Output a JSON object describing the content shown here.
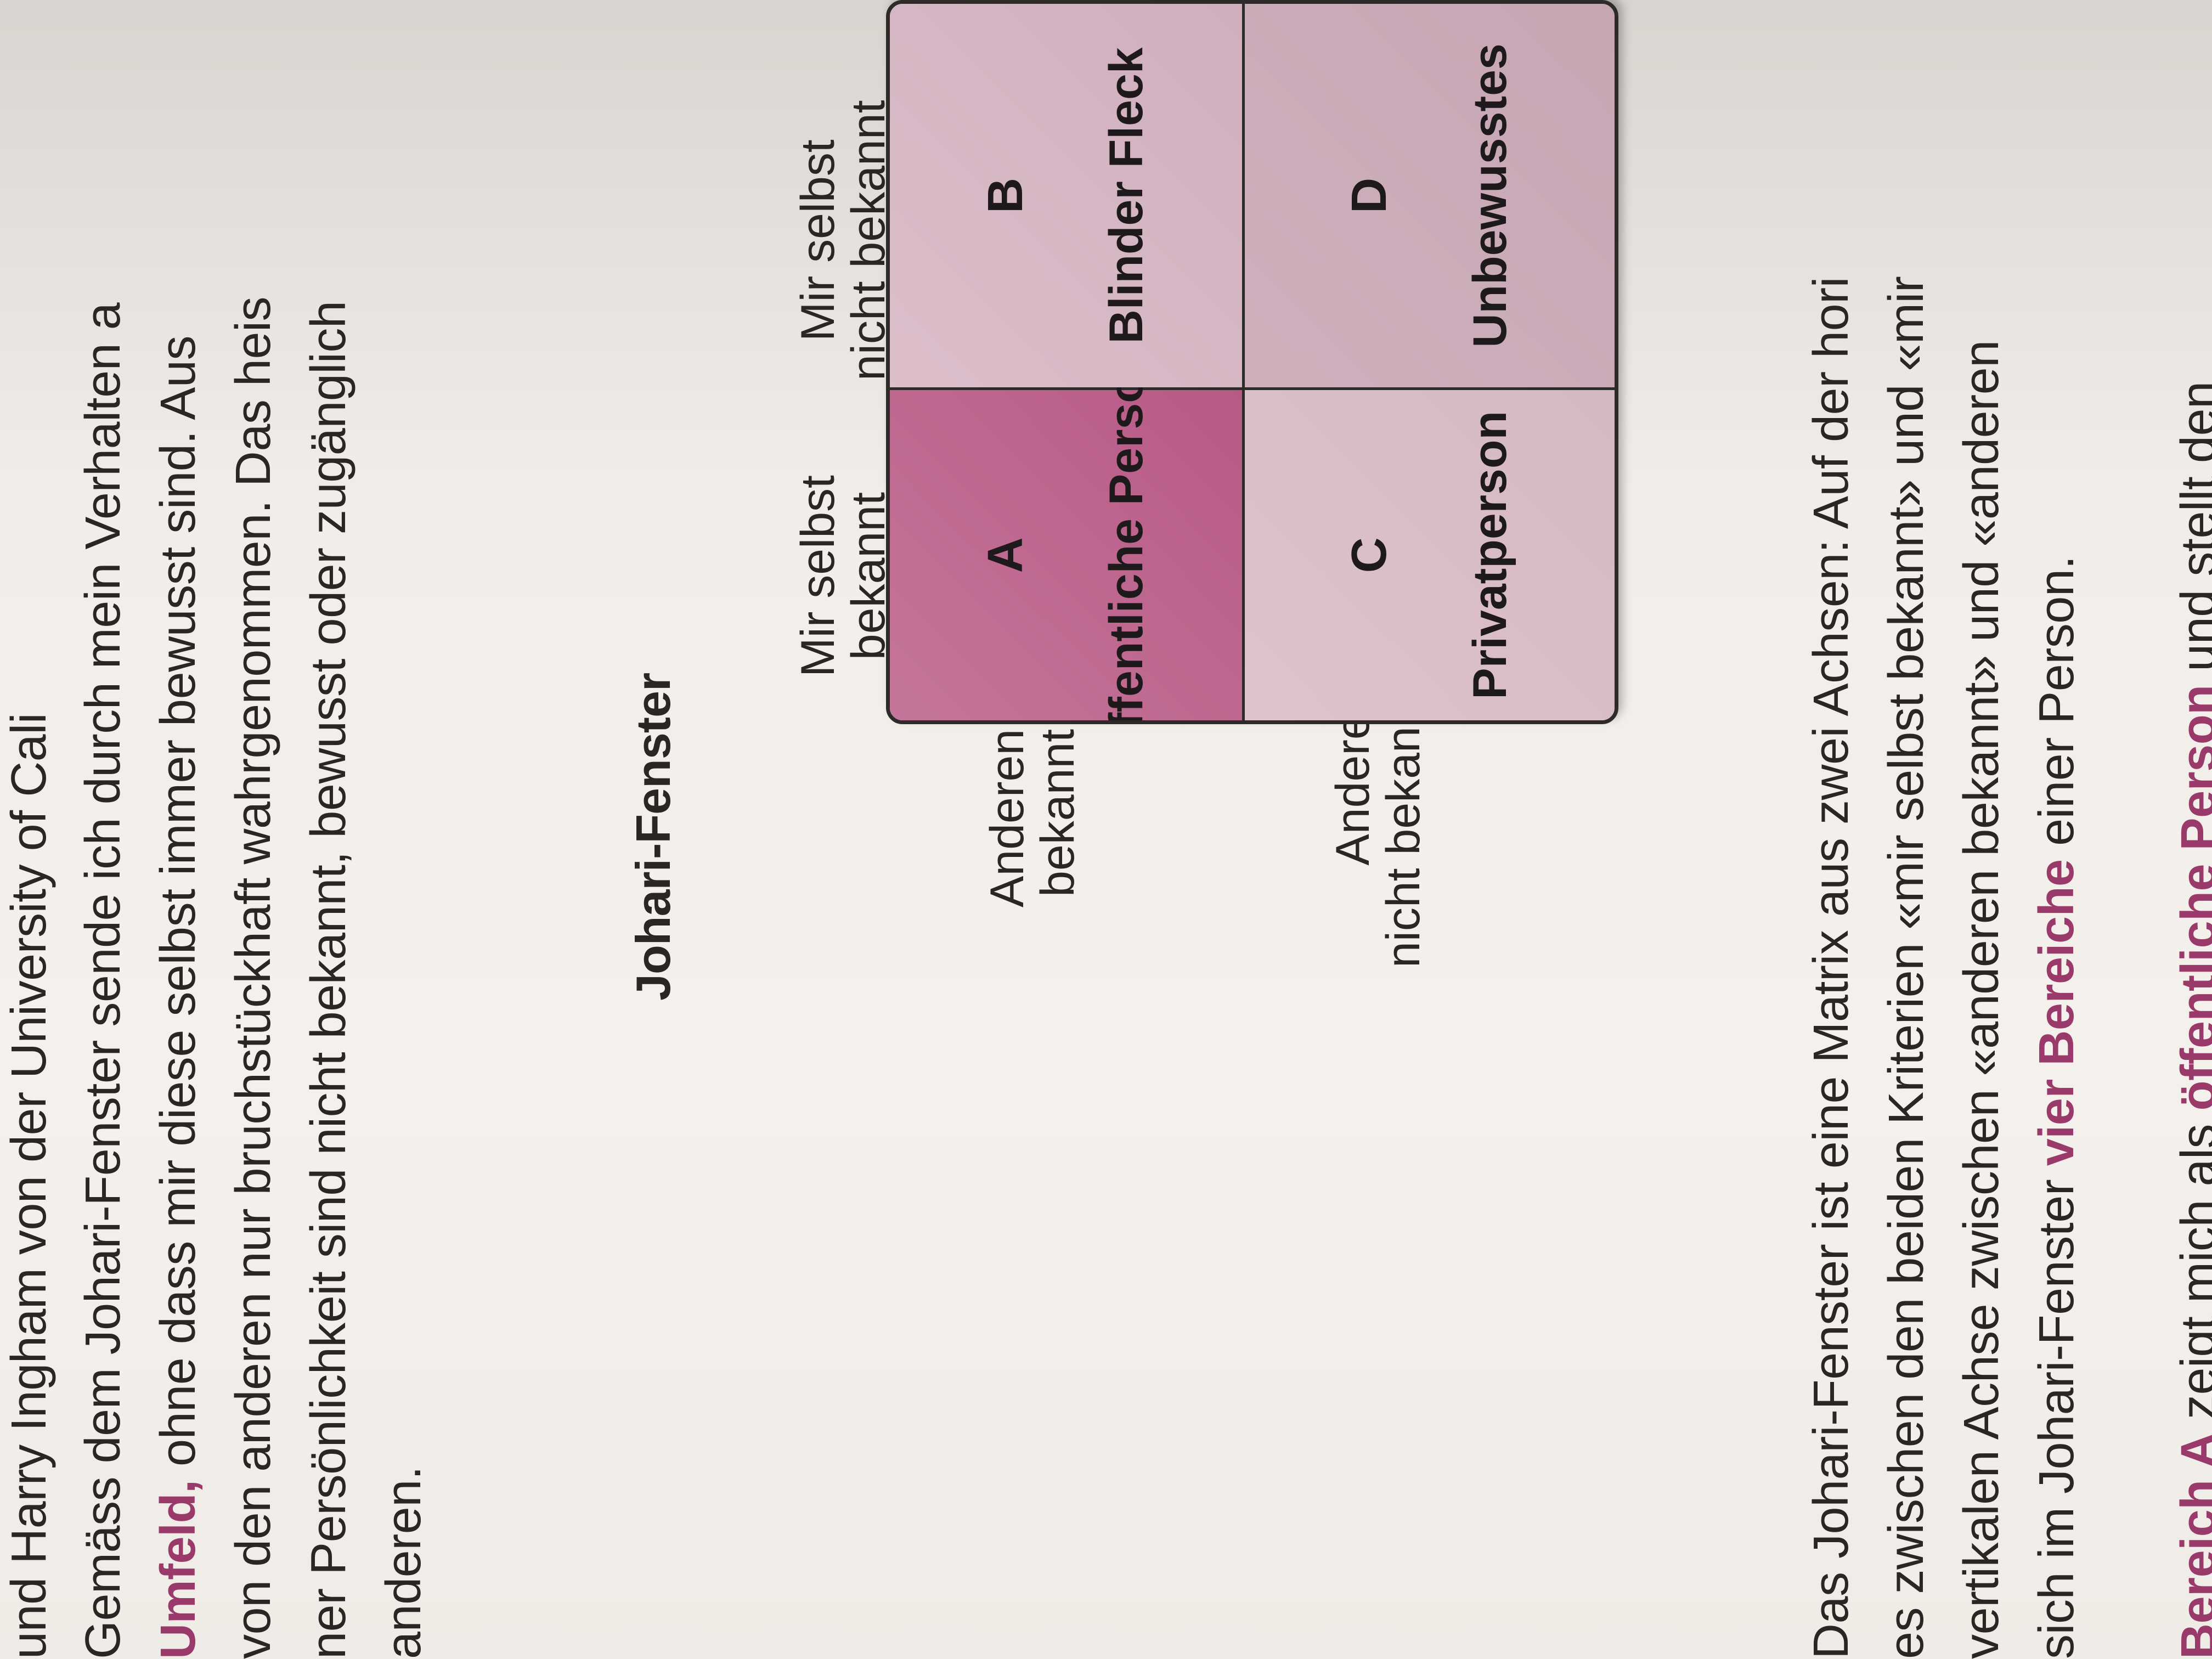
{
  "paragraphs_top": [
    {
      "lines": [
        [
          {
            "t": "und Harry Ingham von der University of Cali"
          }
        ]
      ]
    },
    {
      "lines": [
        [
          {
            "t": "Gemäss dem Johari-Fenster sende ich durch mein Verhalten a"
          }
        ],
        [
          {
            "t": "Umfeld,",
            "hl": true
          },
          {
            "t": " ohne dass mir diese selbst immer bewusst sind. Aus"
          }
        ],
        [
          {
            "t": "von den anderen nur bruchstückhaft wahrgenommen. Das heis"
          }
        ],
        [
          {
            "t": "ner Persönlichkeit sind nicht bekannt, bewusst oder zugänglich"
          }
        ],
        [
          {
            "t": "anderen."
          }
        ]
      ]
    }
  ],
  "figure": {
    "heading": "Johari-Fenster",
    "col_labels": [
      "Mir selbst\nbekannt",
      "Mir selbst\nnicht bekannt"
    ],
    "row_labels": [
      "Anderen\nbekannt",
      "Anderen\nnicht bekannt"
    ],
    "cells": [
      {
        "letter": "A",
        "name": "Öffentliche Person"
      },
      {
        "letter": "B",
        "name": "Blinder Fleck"
      },
      {
        "letter": "C",
        "name": "Privatperson"
      },
      {
        "letter": "D",
        "name": "Unbewusstes"
      }
    ]
  },
  "paragraph_bottom": {
    "lines": [
      [
        {
          "t": "Das Johari-Fenster ist eine Matrix aus zwei Achsen: Auf der hori"
        }
      ],
      [
        {
          "t": "es zwischen den beiden Kriterien «mir selbst bekannt» und «mir"
        }
      ],
      [
        {
          "t": "vertikalen Achse zwischen «anderen bekannt» und «anderen"
        }
      ],
      [
        {
          "t": "sich im Johari-Fenster "
        },
        {
          "t": "vier Bereiche",
          "hl": true
        },
        {
          "t": " einer Person."
        }
      ]
    ]
  },
  "paragraph_cut": {
    "lines": [
      [
        {
          "t": "Bereich A",
          "hl": true
        },
        {
          "t": " zeigt mich als "
        },
        {
          "t": "öffentliche Person",
          "hl": true
        },
        {
          "t": " und stellt den"
        }
      ]
    ]
  }
}
